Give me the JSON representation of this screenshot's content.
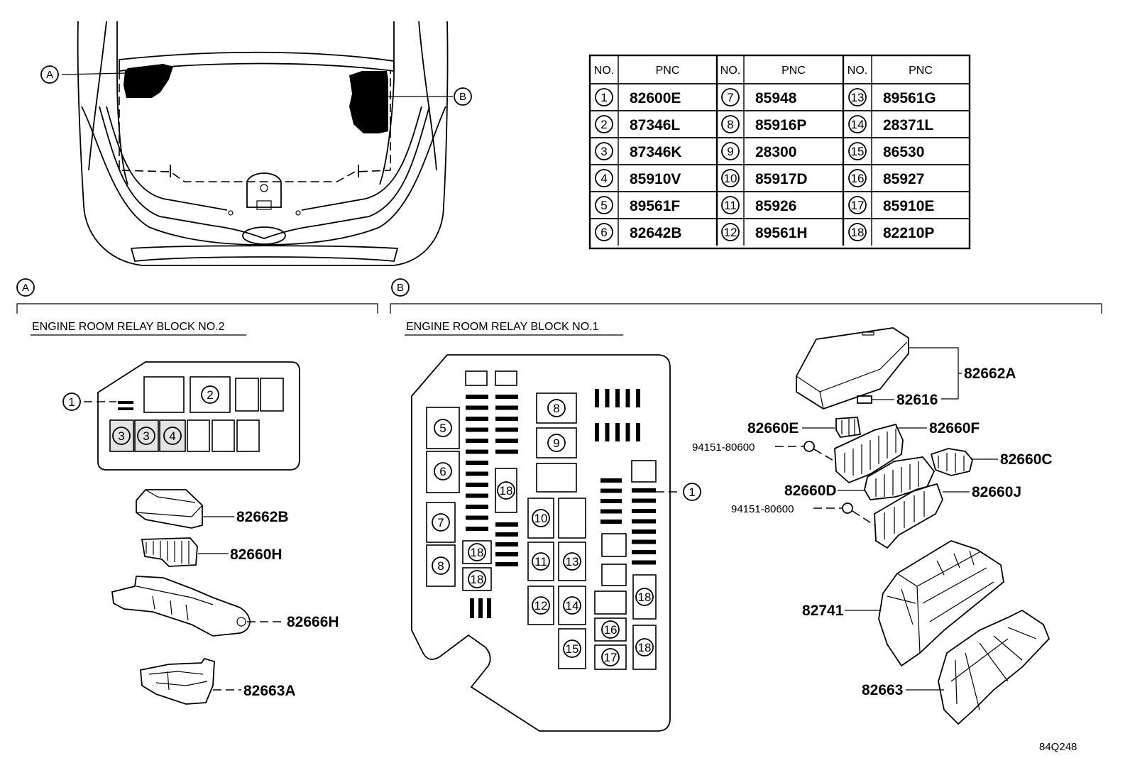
{
  "parts_table": {
    "headers": [
      "NO.",
      "PNC",
      "NO.",
      "PNC",
      "NO.",
      "PNC"
    ],
    "rows": [
      [
        {
          "no": "1",
          "pnc": "82600E"
        },
        {
          "no": "7",
          "pnc": "85948"
        },
        {
          "no": "13",
          "pnc": "89561G"
        }
      ],
      [
        {
          "no": "2",
          "pnc": "87346L"
        },
        {
          "no": "8",
          "pnc": "85916P"
        },
        {
          "no": "14",
          "pnc": "28371L"
        }
      ],
      [
        {
          "no": "3",
          "pnc": "87346K"
        },
        {
          "no": "9",
          "pnc": "28300"
        },
        {
          "no": "15",
          "pnc": "86530"
        }
      ],
      [
        {
          "no": "4",
          "pnc": "85910V"
        },
        {
          "no": "10",
          "pnc": "85917D"
        },
        {
          "no": "16",
          "pnc": "85927"
        }
      ],
      [
        {
          "no": "5",
          "pnc": "89561F"
        },
        {
          "no": "11",
          "pnc": "85926"
        },
        {
          "no": "17",
          "pnc": "85910E"
        }
      ],
      [
        {
          "no": "6",
          "pnc": "82642B"
        },
        {
          "no": "12",
          "pnc": "89561H"
        },
        {
          "no": "18",
          "pnc": "82210P"
        }
      ]
    ]
  },
  "overview": {
    "callout_a": "A",
    "callout_b": "B"
  },
  "section_a": {
    "marker": "A",
    "title": "ENGINE ROOM RELAY BLOCK NO.2",
    "block_callouts": [
      "1",
      "2",
      "3",
      "3",
      "4"
    ],
    "parts": [
      "82662B",
      "82660H",
      "82666H",
      "82663A"
    ]
  },
  "section_b": {
    "marker": "B",
    "title": "ENGINE ROOM RELAY BLOCK NO.1",
    "block_callouts": [
      "5",
      "6",
      "7",
      "8",
      "8",
      "9",
      "18",
      "18",
      "18",
      "10",
      "11",
      "12",
      "13",
      "14",
      "15",
      "16",
      "17",
      "18",
      "18",
      "1"
    ],
    "parts": [
      "82662A",
      "82616",
      "82660E",
      "82660F",
      "94151-80600",
      "82660C",
      "82660D",
      "82660J",
      "94151-80600",
      "82741",
      "82663"
    ]
  },
  "diagram_id": "84Q248"
}
